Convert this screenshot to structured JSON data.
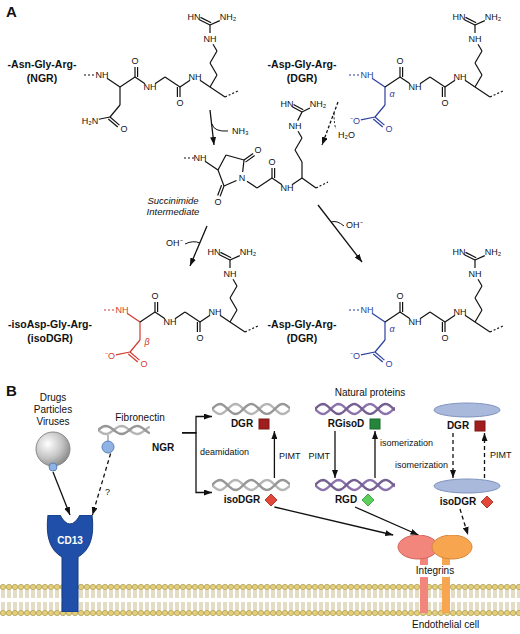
{
  "diagram": {
    "nodes": [
      {
        "text": [
          "Drugs Particles Viruses"
        ]
      },
      {
        "text": [
          "Fibronectin",
          "NGR"
        ]
      },
      {
        "text": [
          "DGR"
        ]
      },
      {
        "text": [
          "isoDGR"
        ]
      },
      {
        "text": [
          "RGisoD"
        ]
      },
      {
        "text": [
          "RGD"
        ]
      },
      {
        "text": [
          "DGR"
        ]
      },
      {
        "text": [
          "isoDGR"
        ]
      },
      {
        "text": [
          "CD13"
        ]
      },
      {
        "text": [
          "Integrins"
        ]
      }
    ],
    "edges": [
      {
        "from": 0,
        "to": 8,
        "arrow": "to"
      },
      {
        "from": 1,
        "to": 8,
        "arrow": "to",
        "label": "?"
      },
      {
        "from": 1,
        "to": 2,
        "arrow": "to",
        "label": "deamidation"
      },
      {
        "from": 1,
        "to": 3,
        "arrow": "to"
      },
      {
        "from": 3,
        "to": 2,
        "arrow": "to",
        "label": "PIMT"
      },
      {
        "from": 4,
        "to": 5,
        "arrow": "to",
        "label": "PIMT"
      },
      {
        "from": 5,
        "to": 4,
        "arrow": "to",
        "label": "isomerization"
      },
      {
        "from": 6,
        "to": 7,
        "arrow": "to",
        "label": "isomerization"
      },
      {
        "from": 7,
        "to": 6,
        "arrow": "to",
        "label": "PIMT"
      },
      {
        "from": 3,
        "to": 9,
        "arrow": "to"
      },
      {
        "from": 5,
        "to": 9,
        "arrow": "to"
      },
      {
        "from": 7,
        "to": 9,
        "arrow": "to"
      }
    ],
    "labels": [
      "A",
      "NH",
      "H₂N",
      "O",
      "O",
      "NH",
      "O",
      "NH",
      "NH",
      "HN",
      "NH₂",
      "-Asn-Gly-Arg-",
      "(NGR)",
      "NH",
      "⁻O",
      "O",
      "O",
      "NH",
      "O",
      "NH",
      "NH",
      "HN",
      "NH₂",
      "α",
      "-Asp-Gly-Arg-",
      "(DGR)",
      "NH₃",
      "H₂O",
      "NH",
      "N",
      "O",
      "O",
      "O",
      "NH",
      "NH",
      "HN",
      "NH₂",
      "Succinimide Intermediate",
      "OH⁻",
      "OH⁻",
      "NH",
      "⁻O",
      "O",
      "O",
      "NH",
      "O",
      "NH",
      "NH",
      "HN",
      "NH₂",
      "β",
      "-isoAsp-Gly-Arg-",
      "(isoDGR)",
      "NH",
      "⁻O",
      "O",
      "O",
      "NH",
      "O",
      "NH",
      "NH",
      "HN",
      "NH₂",
      "α",
      "-Asp-Gly-Arg-",
      "(DGR)",
      "B",
      "Natural proteins",
      "Endothelial cell"
    ]
  }
}
